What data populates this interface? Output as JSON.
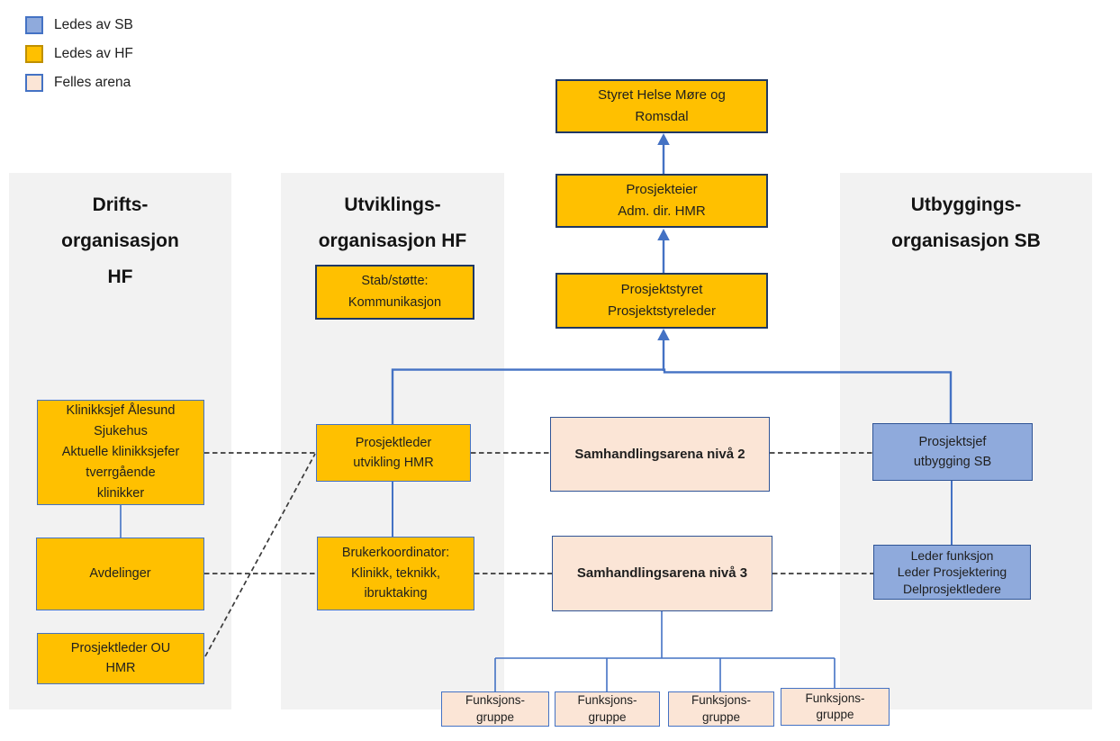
{
  "legend": {
    "items": [
      {
        "id": "sb",
        "label": "Ledes av SB",
        "fill": "#8FAADC",
        "border": "#4472C4"
      },
      {
        "id": "hf",
        "label": "Ledes av HF",
        "fill": "#FFC000",
        "border": "#BF9000"
      },
      {
        "id": "arena",
        "label": "Felles arena",
        "fill": "#FBE5D6",
        "border": "#4472C4"
      }
    ]
  },
  "columns": {
    "drift": {
      "title": "Drifts-\norganisasjon\nHF"
    },
    "utvikling": {
      "title": "Utviklings-\norganisasjon HF"
    },
    "utbygging": {
      "title": "Utbyggings-\norganisasjon SB"
    }
  },
  "boxes": {
    "styret": {
      "label": "Styret Helse Møre og\nRomsdal"
    },
    "prosjekteier": {
      "label": "Prosjekteier\nAdm. dir. HMR"
    },
    "prosjektstyret": {
      "label": "Prosjektstyret\nProsjektstyreleder"
    },
    "stab": {
      "label": "Stab/støtte:\nKommunikasjon"
    },
    "klinikksjef": {
      "label": "Klinikksjef Ålesund\nSjukehus\nAktuelle klinikksjefer\ntverrgående\nklinikker"
    },
    "avdelinger": {
      "label": "Avdelinger"
    },
    "prosjektleder_ou": {
      "label": "Prosjektleder OU\nHMR"
    },
    "prosjektleder_utvikling": {
      "label": "Prosjektleder\nutvikling HMR"
    },
    "brukerkoordinator": {
      "label": "Brukerkoordinator:\nKlinikk, teknikk,\nibruktaking"
    },
    "samhandling2": {
      "label": "Samhandlingsarena nivå 2"
    },
    "samhandling3": {
      "label": "Samhandlingsarena nivå 3"
    },
    "prosjektsjef": {
      "label": "Prosjektsjef\nutbygging SB"
    },
    "leder_funksjon": {
      "label": "Leder funksjon\nLeder Prosjektering\nDelprosjektledere"
    },
    "funksjonsgruppe1": {
      "label": "Funksjons-\ngruppe"
    },
    "funksjonsgruppe2": {
      "label": "Funksjons-\ngruppe"
    },
    "funksjonsgruppe3": {
      "label": "Funksjons-\ngruppe"
    },
    "funksjonsgruppe4": {
      "label": "Funksjons-\ngruppe"
    }
  },
  "colors": {
    "ledes_av_sb_fill": "#8FAADC",
    "ledes_av_hf_fill": "#FFC000",
    "felles_arena_fill": "#FBE5D6",
    "connector_blue": "#4472C4",
    "thick_box_border": "#1F3864",
    "arena_border": "#2F5496",
    "column_background": "#F2F2F2",
    "dashed_line": "#3A3A3A"
  }
}
